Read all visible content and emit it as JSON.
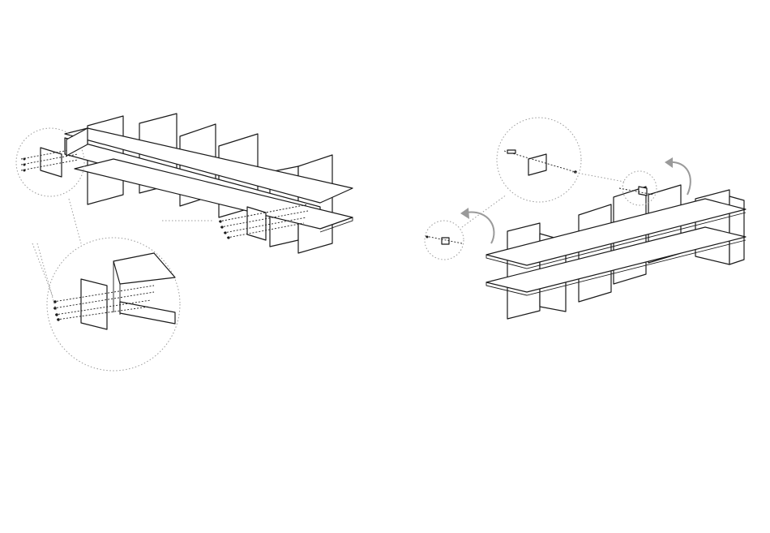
{
  "figure": {
    "steps": [
      {
        "id": "step-a",
        "callouts": 2
      },
      {
        "id": "step-b",
        "callouts": 2,
        "rotation_arrows": 2
      }
    ],
    "colors": {
      "line": "#1a1a1a",
      "callout": "#9a9a9a",
      "background": "#ffffff"
    }
  }
}
